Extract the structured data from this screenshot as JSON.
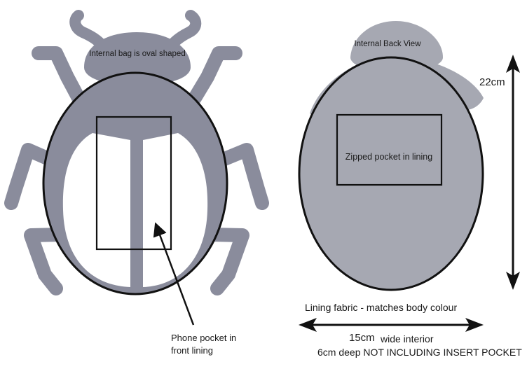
{
  "front": {
    "top_label": "Internal bag is oval shaped",
    "pocket_label_line1": "Phone pocket in",
    "pocket_label_line2": "front lining"
  },
  "back": {
    "title": "Internal Back View",
    "zip_label": "Zipped pocket in lining",
    "height_label": "22cm",
    "lining_label": "Lining fabric - matches body colour",
    "width_value": "15cm",
    "width_suffix": "wide interior",
    "depth_label": "6cm deep NOT INCLUDING INSERT POCKET"
  },
  "colors": {
    "beetle": "#8a8c9c",
    "back_fill": "#a6a8b2",
    "outline": "#111111"
  }
}
